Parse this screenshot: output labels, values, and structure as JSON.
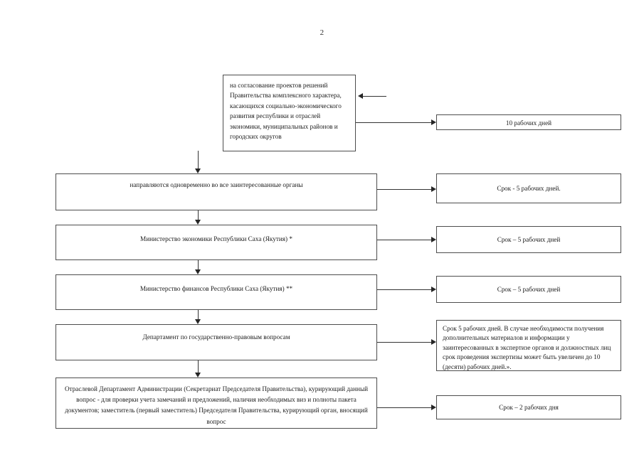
{
  "page": {
    "number": "2"
  },
  "nodes": {
    "top_source": "на согласование проектов решений Правительства комплексного характера, касающихся социально-экономического развития республики и отраслей экономики, муниципальных районов и городских округов",
    "send_all": "направляются одновременно во все заинтересованные органы",
    "ministry_economy": "Министерство экономики Республики Саха (Якутия) *",
    "ministry_finance": "Министерство финансов Республики Саха (Якутия) **",
    "department_legal": "Департамент по государственно-правовым  вопросам",
    "branch_department": "Отраслевой Департамент Администрации (Секретариат Председателя Правительства), курирующий данный вопрос - для проверки учета замечаний и предложений, наличия необходимых виз и полноты пакета документов; заместитель (первый заместитель) Председателя Правительства, курирующий орган, вносящий вопрос"
  },
  "terms": {
    "term_10_days": "10 рабочих дней",
    "term_5_days_a": "Срок - 5 рабочих дней.",
    "term_5_days_b": "Срок – 5 рабочих дней",
    "term_5_days_c": "Срок – 5 рабочих дней",
    "term_5_days_extended": "Срок 5 рабочих дней. В случае необходимости получения дополнительных материалов и информации у заинтересованных в экспертизе органов и должностных лиц срок проведения экспертизы может быть увеличен до 10 (десяти) рабочих дней.».",
    "term_2_days": "Срок – 2 рабочих дня"
  },
  "colors": {
    "box_border": "#4d4d4d",
    "connector": "#333333",
    "text": "#1c1c1c",
    "background": "#ffffff"
  }
}
